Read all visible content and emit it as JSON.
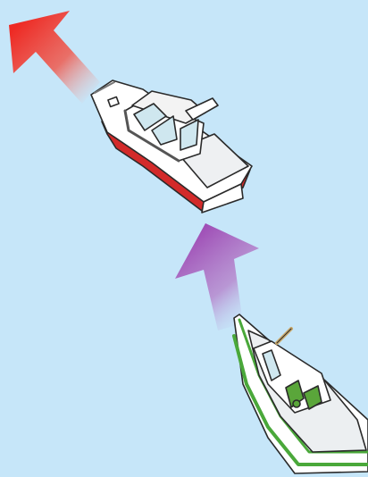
{
  "scene": {
    "background_color": "#c6e6f9",
    "lead_arrow": {
      "icon": "red-direction-arrow",
      "color": "#ee2a24"
    },
    "follow_arrow": {
      "icon": "purple-direction-arrow",
      "color": "#9a3fb0"
    },
    "lead_boat": {
      "icon": "white-motorboat-red-hull",
      "hull_color": "#d32a2a"
    },
    "follow_boat": {
      "icon": "white-boat-green-stripe",
      "stripe_color": "#4aa83a",
      "flag_color": "#5aa63a"
    }
  }
}
